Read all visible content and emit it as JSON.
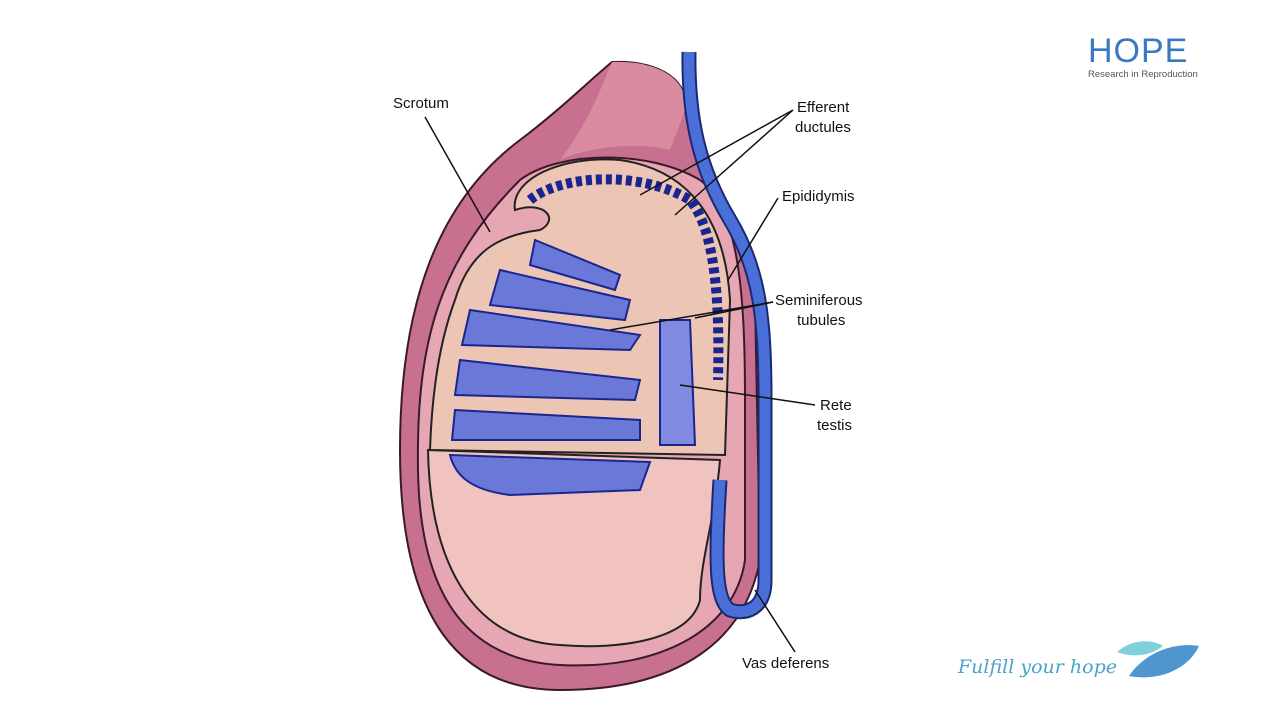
{
  "logo": {
    "word": "HOPE",
    "subtitle": "Research in Reproduction"
  },
  "tagline": "Fulfill your hope",
  "labels": {
    "scrotum": "Scrotum",
    "efferent_1": "Efferent",
    "efferent_2": "ductules",
    "epididymis": "Epididymis",
    "seminiferous_1": "Seminiferous",
    "seminiferous_2": "tubules",
    "rete_1": "Rete",
    "rete_2": "testis",
    "vas": "Vas deferens"
  },
  "colors": {
    "scrotum": "#c96a8a",
    "testis": "#f1c3be",
    "tubule": "#2d3fa0",
    "vas": "#4a6fd8",
    "brand": "#3a78c2"
  }
}
